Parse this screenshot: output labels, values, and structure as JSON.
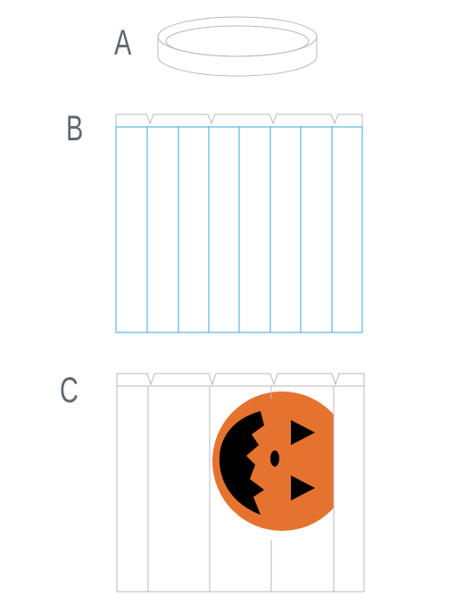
{
  "steps": [
    {
      "label": "A"
    },
    {
      "label": "B"
    },
    {
      "label": "C"
    }
  ],
  "colors": {
    "outline": "#b8b8b8",
    "fold_line": "#3aa9dd",
    "label": "#5e6870",
    "pumpkin": "#e5732f",
    "face": "#000000"
  },
  "icons": [
    "lid-ring",
    "pleated-panel",
    "pumpkin-face-panel"
  ]
}
